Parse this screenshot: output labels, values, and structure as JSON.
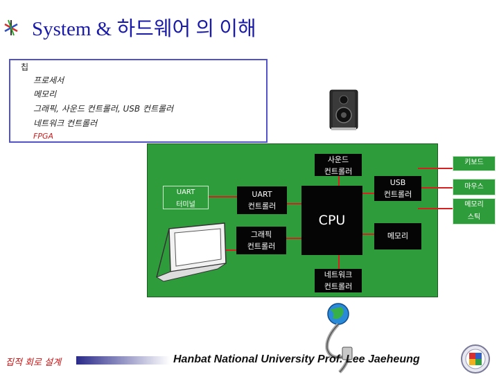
{
  "header": {
    "title": "System & 하드웨어 의 이해"
  },
  "chip_box": {
    "label": "칩",
    "items": [
      {
        "text": "프로세서",
        "color": "#222222"
      },
      {
        "text": "메모리",
        "color": "#222222"
      },
      {
        "text": "그래픽, 사운드 컨트롤러, USB 컨트롤러",
        "color": "#222222"
      },
      {
        "text": "네트워크 컨트롤러",
        "color": "#222222"
      },
      {
        "text": "FPGA",
        "color": "#cc2222"
      }
    ]
  },
  "board": {
    "cpu": "CPU",
    "sound_controller": [
      "사운드",
      "컨트롤러"
    ],
    "usb_controller": [
      "USB",
      "컨트롤러"
    ],
    "uart_controller": [
      "UART",
      "컨트롤러"
    ],
    "graphics_controller": [
      "그래픽",
      "컨트롤러"
    ],
    "memory": "메모리",
    "network_controller": [
      "네트워크",
      "컨트롤러"
    ]
  },
  "peripherals": {
    "uart_terminal": [
      "UART",
      "터미널"
    ],
    "keyboard": "키보드",
    "mouse": "마우스",
    "memory_stick": [
      "메모리",
      "스틱"
    ]
  },
  "footer": {
    "left": "집적 회로 설계",
    "center": "Hanbat National University Prof. Lee Jaeheung"
  },
  "colors": {
    "title": "#1a1aa8",
    "board_green": "#2f9c3b",
    "bus_red": "#d42020",
    "chip_border": "#5151c9",
    "footer_left": "#cc1111"
  }
}
